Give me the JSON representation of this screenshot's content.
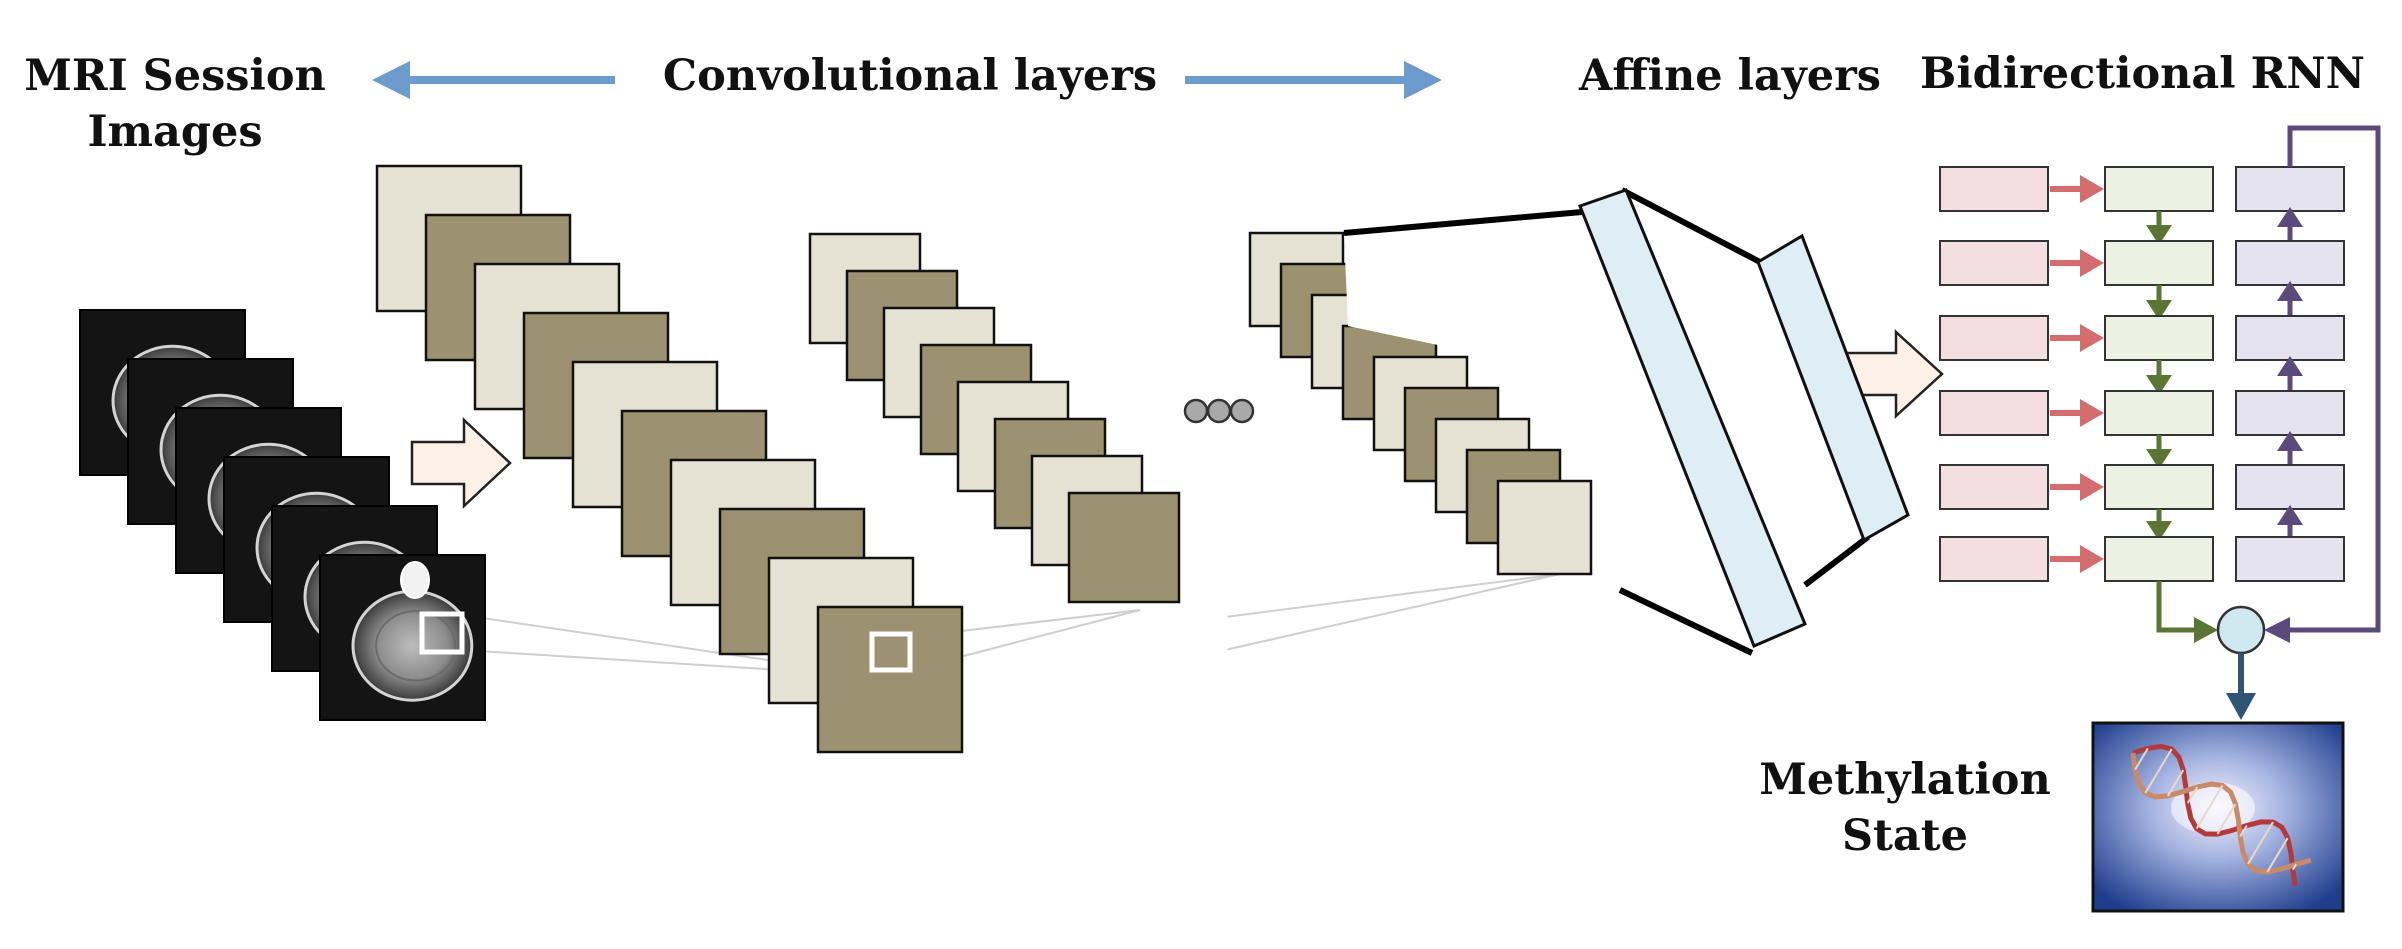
{
  "labels": {
    "mri_line1": "MRI Session",
    "mri_line2": "Images",
    "conv": "Convolutional layers",
    "affine": "Affine layers",
    "rnn": "Bidirectional RNN",
    "meth_line1": "Methylation",
    "meth_line2": "State"
  },
  "colors": {
    "arrow_blue": "#6b9ccb",
    "fmap_light": "#e5e2d4",
    "fmap_dark": "#9c9170",
    "affine_fill": "#deeef4",
    "input_arrow_fill": "#fdf1e7",
    "rnn_input": "#f3dfe2",
    "rnn_forward": "#ecf1e3",
    "rnn_backward": "#e6e3f0",
    "red_arrow": "#d46d6d",
    "green_arrow": "#5b7535",
    "purple_arrow": "#5c4a7d",
    "merge_node": "#cfe8ef",
    "output_arrow": "#2f5575"
  },
  "icons": {
    "mri_slices": "brain-mri-slice-icon",
    "ellipsis": "ellipsis-icon",
    "dna": "dna-helix-icon"
  }
}
